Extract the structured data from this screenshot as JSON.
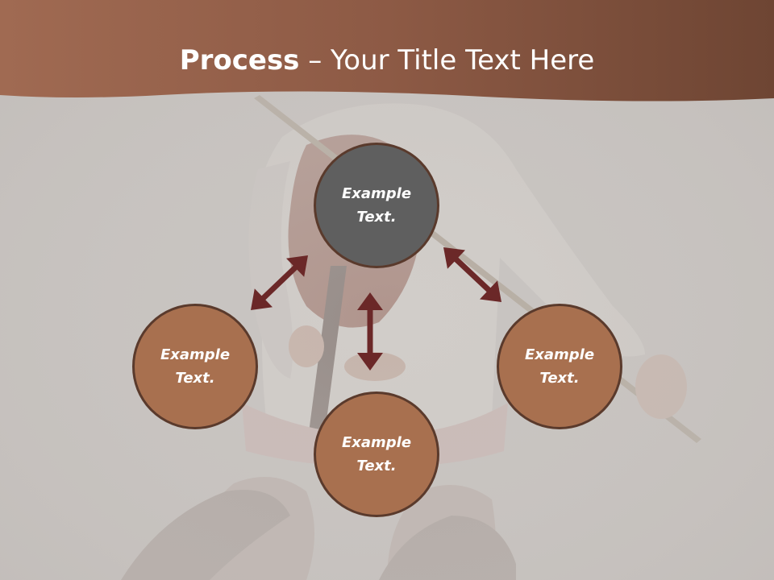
{
  "title": {
    "bold": "Process",
    "rest": " – Your Title Text Here"
  },
  "colors": {
    "header": "#8f5a45",
    "center_node": "#5f5f5f",
    "outer_node": "#a8704f",
    "node_border": "#5a3a2c",
    "arrow": "#6b2828",
    "background": "#c9c5c2"
  },
  "nodes": {
    "top": {
      "text": "Example Text."
    },
    "left": {
      "text": "Example Text."
    },
    "right": {
      "text": "Example Text."
    },
    "bottom": {
      "text": "Example Text."
    }
  },
  "connections": [
    {
      "from": "top",
      "to": "left",
      "style": "double-arrow"
    },
    {
      "from": "top",
      "to": "right",
      "style": "double-arrow"
    },
    {
      "from": "top",
      "to": "bottom",
      "style": "double-arrow"
    }
  ]
}
